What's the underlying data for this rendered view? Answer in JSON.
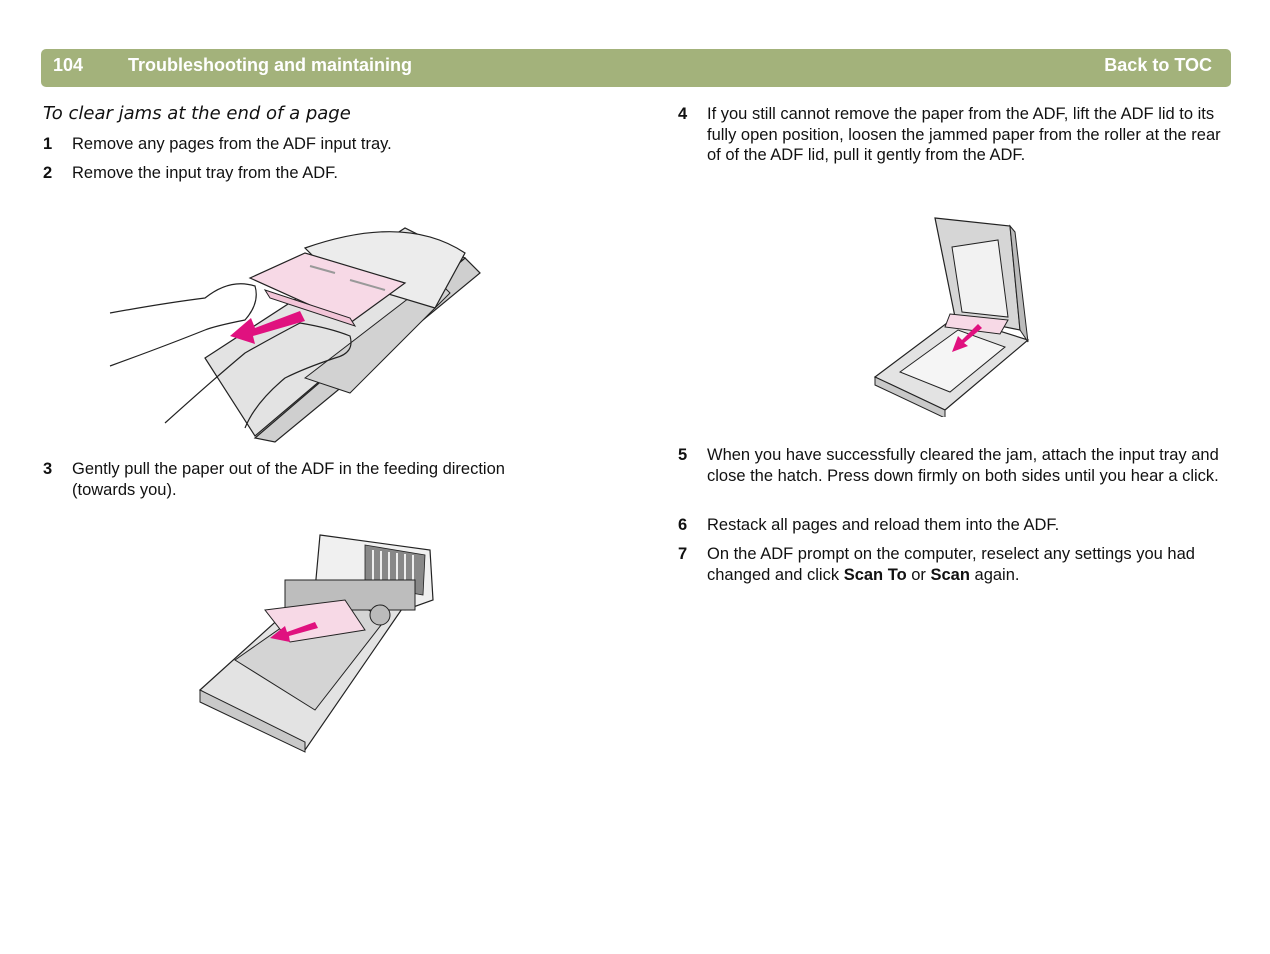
{
  "header": {
    "page_number": "104",
    "section_title": "Troubleshooting and maintaining",
    "toc_link": "Back to TOC"
  },
  "subheading": "To clear jams at the end of a page",
  "steps": {
    "s1": {
      "num": "1",
      "text": "Remove any pages from the ADF input tray."
    },
    "s2": {
      "num": "2",
      "text": "Remove the input tray from the ADF."
    },
    "s3": {
      "num": "3",
      "text": "Gently pull the paper out of the ADF in the feeding direction (towards you)."
    },
    "s4": {
      "num": "4",
      "text": "If you still cannot remove the paper from the ADF, lift the ADF lid to its fully open position, loosen the jammed paper from the roller at the rear of of the ADF lid, pull it gently from the ADF."
    },
    "s5": {
      "num": "5",
      "text": "When you have successfully cleared the jam, attach the input tray and close the hatch. Press down firmly on both sides until you hear a click."
    },
    "s6": {
      "num": "6",
      "text": "Restack all pages and reload them into the ADF."
    },
    "s7": {
      "num": "7",
      "text_before": "On the ADF prompt on the computer, reselect any settings you had changed and click ",
      "bold1": "Scan To",
      "text_middle": " or ",
      "bold2": "Scan",
      "text_after": " again."
    }
  },
  "colors": {
    "header_bg": "#a3b27b",
    "accent_arrow": "#e0117f",
    "paper_pink": "#f7d9e6",
    "device_gray": "#d6d6d6"
  }
}
